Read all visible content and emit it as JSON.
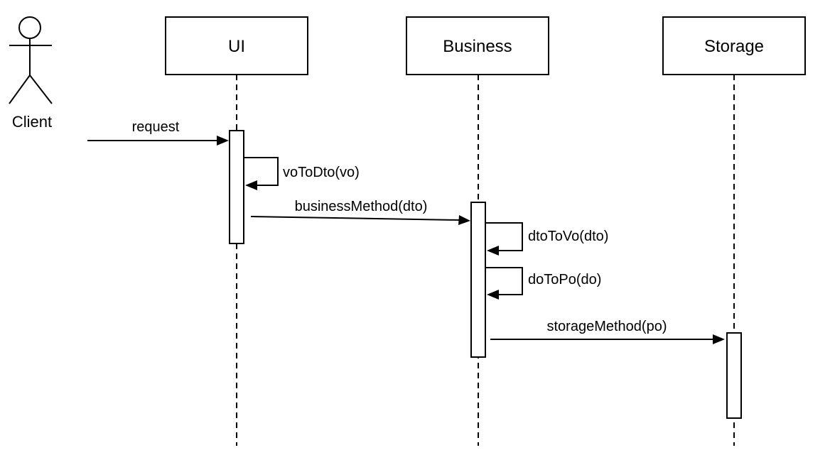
{
  "diagram": {
    "type": "uml-sequence-diagram",
    "actor": {
      "name": "Client"
    },
    "participants": [
      {
        "name": "UI"
      },
      {
        "name": "Business"
      },
      {
        "name": "Storage"
      }
    ],
    "messages": [
      {
        "label": "request",
        "from": "Client",
        "to": "UI",
        "kind": "sync-call"
      },
      {
        "label": "voToDto(vo)",
        "from": "UI",
        "to": "UI",
        "kind": "self-call"
      },
      {
        "label": "businessMethod(dto)",
        "from": "UI",
        "to": "Business",
        "kind": "sync-call"
      },
      {
        "label": "dtoToVo(dto)",
        "from": "Business",
        "to": "Business",
        "kind": "self-call"
      },
      {
        "label": "doToPo(do)",
        "from": "Business",
        "to": "Business",
        "kind": "self-call"
      },
      {
        "label": "storageMethod(po)",
        "from": "Business",
        "to": "Storage",
        "kind": "sync-call"
      }
    ],
    "colors": {
      "line": "#000000",
      "background": "#ffffff",
      "shape_fill": "#ffffff"
    }
  }
}
